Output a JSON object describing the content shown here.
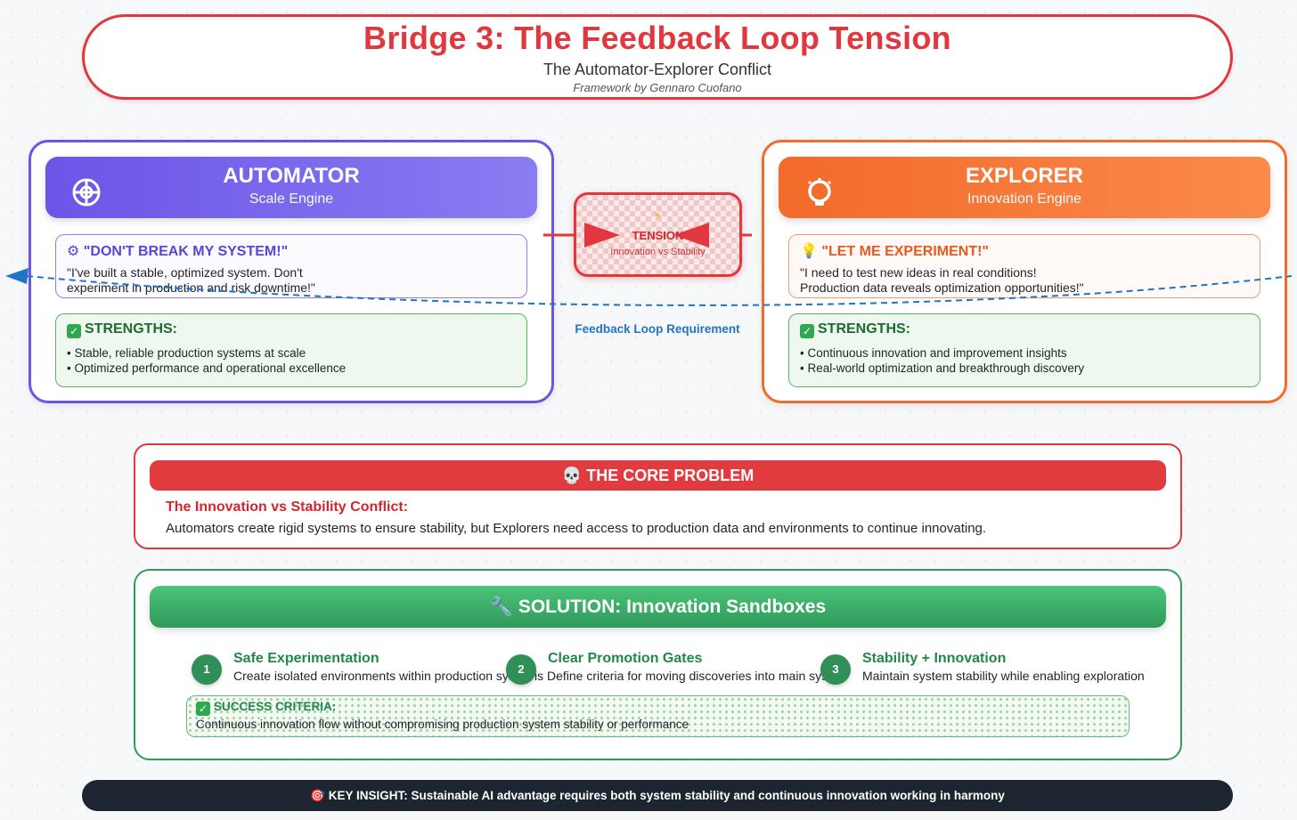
{
  "header": {
    "title": "Bridge 3: The Feedback Loop Tension",
    "subtitle": "The Automator-Explorer Conflict",
    "byline": "Framework by Gennaro Cuofano"
  },
  "automator": {
    "title": "AUTOMATOR",
    "subtitle": "Scale Engine",
    "icon": "crosshair-icon",
    "accent": "#6a55e6",
    "quote_heading": "\"DON'T BREAK MY SYSTEM!\"",
    "quote_line1": "\"I've built a stable, optimized system. Don't",
    "quote_line2": "experiment in production and risk downtime!\"",
    "strengths_heading": "STRENGTHS:",
    "strengths": [
      "• Stable, reliable production systems at scale",
      "• Optimized performance and operational excellence"
    ]
  },
  "explorer": {
    "title": "EXPLORER",
    "subtitle": "Innovation Engine",
    "icon": "lightbulb-icon",
    "accent": "#f26b2c",
    "quote_heading": "\"LET ME EXPERIMENT!\"",
    "quote_line1": "\"I need to test new ideas in real conditions!",
    "quote_line2": "Production data reveals optimization opportunities!\"",
    "strengths_heading": "STRENGTHS:",
    "strengths": [
      "• Continuous innovation and improvement insights",
      "• Real-world optimization and breakthrough discovery"
    ]
  },
  "tension": {
    "icon": "⚡",
    "title": "TENSION",
    "subtitle": "Innovation vs Stability"
  },
  "feedback_label": "Feedback Loop Requirement",
  "problem": {
    "icon": "💀",
    "title": "THE CORE PROBLEM",
    "heading": "The Innovation vs Stability Conflict:",
    "text": "Automators create rigid systems to ensure stability, but Explorers need access to production data and environments to continue innovating."
  },
  "solution": {
    "icon": "🔧",
    "title": "SOLUTION: Innovation Sandboxes",
    "steps": [
      {
        "number": "1",
        "title": "Safe Experimentation",
        "desc": "Create isolated environments within production systems"
      },
      {
        "number": "2",
        "title": "Clear Promotion Gates",
        "desc": "Define criteria for moving discoveries into main systems"
      },
      {
        "number": "3",
        "title": "Stability + Innovation",
        "desc": "Maintain system stability while enabling exploration"
      }
    ],
    "criteria_heading": "SUCCESS CRITERIA:",
    "criteria_text": "Continuous innovation flow without compromising production system stability or performance"
  },
  "insight": {
    "icon": "🎯",
    "text": "KEY INSIGHT: Sustainable AI advantage requires both system stability and continuous innovation working in harmony"
  },
  "colors": {
    "red": "#e0383e",
    "purple": "#6a55e6",
    "orange": "#f26b2c",
    "green": "#2f9b59",
    "blue": "#2174c4",
    "dark": "#1d2530"
  }
}
